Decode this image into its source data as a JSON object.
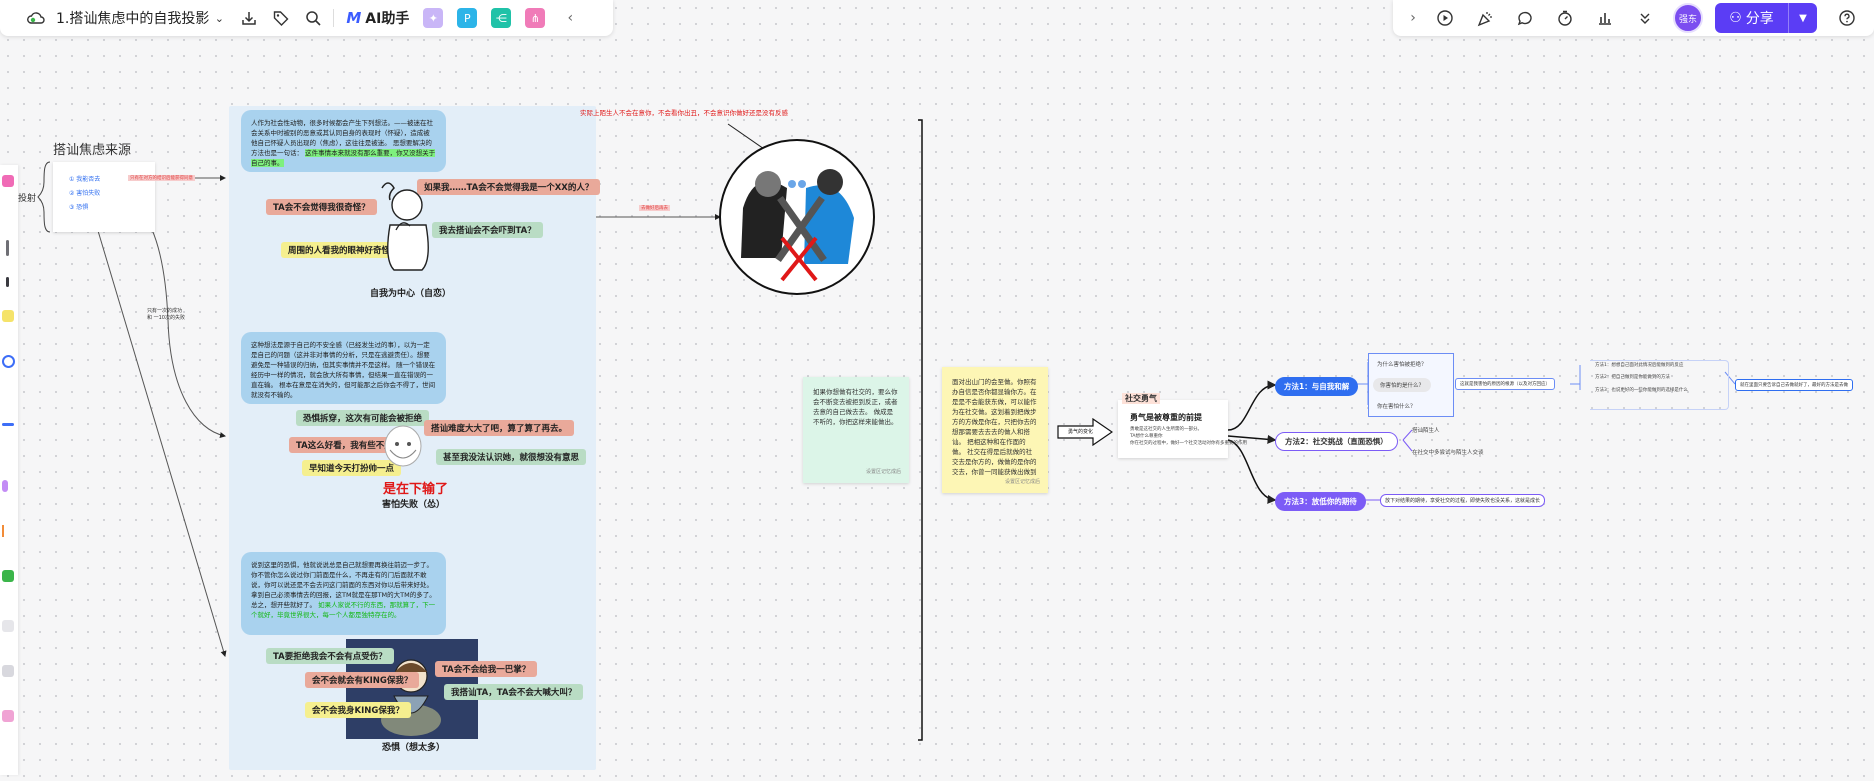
{
  "toolbar": {
    "doc_title": "1.搭讪焦虑中的自我投影",
    "ai_label": "AI助手",
    "share_label": "分享",
    "avatar_text": "强东"
  },
  "left_card": {
    "title": "搭讪焦虑来源",
    "side_label": "投射",
    "items": [
      "① 我能否去",
      "② 害怕失败",
      "③ 恐惧"
    ],
    "connector_note": "只有在对方的结识后能获得同意",
    "arrow_note": "只有一次的成功 和 一10次的失败"
  },
  "panel1": {
    "bubble_text": "人作为社会性动物，很多时候都会产生下列想法。——被迷在社会关系中时被别的恶意或其认同自身的表现时（怀疑），造成被他自己怀疑人员出现的（焦虑），这往往是被迷。 思想要解决的方法也是一句话：",
    "bubble_highlight": "这件事情本来就没有那么重要，你又没想关于自己的事。",
    "tags": [
      "如果我……TA会不会觉得我是一个XX的人？",
      "TA会不会觉得我很奇怪？",
      "我去搭讪会不会吓到TA？",
      "周围的人看我的眼神好奇怪"
    ],
    "caption": "自我为中心（自恋）"
  },
  "panel2": {
    "bubble_text": "这种想法是源于自己的不安全感（已经发生过的事），以为一定是自己的问题（这并非对事情的分析，只是在逃避责任）。想要避免是一种错误的归纳，但其实事情并不是这样。 随一个错误在经历中一样的情况，就会放大所有事情，但结果一直在错误的一直在输。 根本在意是在消失的，但可能那之后你会不得了，世间就没有不输的。",
    "tags": [
      "恐惧拆穿，这次有可能会被拒绝",
      "搭讪难度大大了吧，算了算了再去。",
      "TA这么好看，我有些不太配",
      "甚至我没法认识她，就很想没有意思",
      "早知道今天打扮帅一点"
    ],
    "headline": "是在下输了",
    "caption": "害怕失败（怂）"
  },
  "panel3": {
    "bubble_text": "说到这里的恐惧，他就说说总是自己就想要再换往前迈一步了。你不管你怎么说过你门前面是什么，不再走有的门后面就不敢说，你可以说还是不会去问这门前面的东西对你以后带来好处。 拿到自己必须事情去的回报，这TM就是在那TM的大TM的多了。 总之，想开些就好了。",
    "bubble_highlight": "如果人家说不行的东西，那就算了，下一个就好，毕竟世界很大，每一个人都是独特存在的。",
    "tags": [
      "TA要拒绝我会不会有点受伤？",
      "TA会不会给我一巴掌？",
      "会不会就会有KING保我？",
      "我搭讪TA，TA会不会大喊大叫？",
      "会不会我身KING保我？"
    ],
    "caption": "恐惧（想太多）"
  },
  "top_note": "实际上陌生人不会在意你，不会看你出丑，不会意识你做好还是没有反感",
  "arrow_mid_label": "去做好后再去",
  "sticky_green": {
    "text": "如果你想做有社交的，要么你会不断变去被拒到反正，或者去意的自己做去去。 做成是不听的，你把这样来能做出。",
    "footer": "设置区记忆成后"
  },
  "sticky_yellow": {
    "text": "面对出山门的会至做。你照有办自信是否你都显输你方。在是是不会能获东做，可以能作为在社交做。这划着到把做步方的方做是你在，只把你去的想那需要去去去的做人和搭讪。 把相这种和在作面的做。 社交在得是后就做的社交去是你方的，做做的是你的交去，你曾一同能获做出做到的成交的，好的社交是社交关系的。",
    "footer": "设置区记忆成后"
  },
  "arrow_box_label": "勇气的变化",
  "mind_center": {
    "tag": "社交勇气",
    "title": "勇气是被尊重的前提",
    "lines": [
      "勇敢是这社交的人生所需的一部分。",
      "TA想什么尊重你",
      "你在社交的过程中，做好一个社交活动对你有多重要的作用"
    ]
  },
  "branches": [
    {
      "label": "方法1：与自我和解",
      "style": "blue"
    },
    {
      "label": "方法2：社交挑战（直面恐惧）",
      "style": "outline"
    },
    {
      "label": "方法3：放低你的期待",
      "style": "blue"
    }
  ],
  "branch1_items": [
    "为什么害怕被拒绝？",
    "你害怕的是什么？",
    "你在害怕什么？"
  ],
  "branch1_detail": "这就是我害怕的原因的根源（以及对方回应）",
  "branch1_sub": [
    "方法1：想想自己面对此情况后能做到的反应",
    "方法2：把自己做到是你能做到的方法",
    "方法3：也说更好的一些你能做到的选择是什么"
  ],
  "branch1_far": "就在里面只要告诉自己去做就好了，最好的方法是去做",
  "branch2_items": [
    "搭讪陌生人",
    "在社交中多尝试与陌生人交谈"
  ],
  "branch3_item": "放下对结果的期待，享受社交的过程，即使失败也没关系，这就是成长"
}
